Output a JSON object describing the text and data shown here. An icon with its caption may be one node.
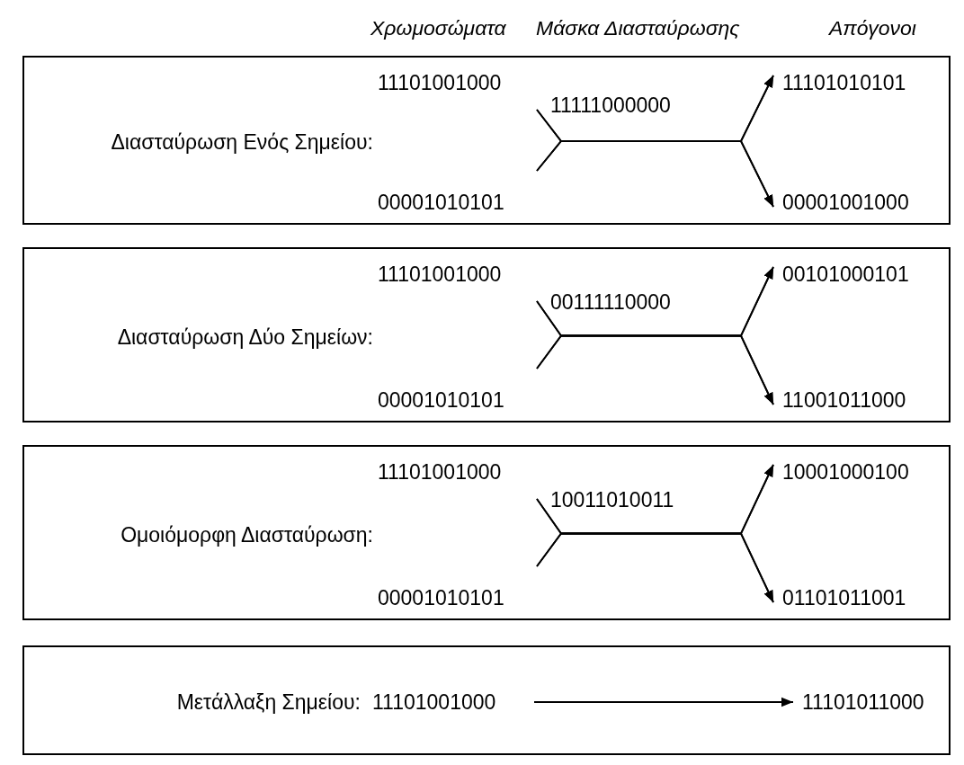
{
  "diagram": {
    "nodes": [
      {
        "text": [
          "Διασταύρωση Ενός Σημείου:"
        ]
      },
      {
        "text": [
          "11101001000"
        ],
        "in": 0
      },
      {
        "text": [
          "00001010101"
        ],
        "in": 0
      },
      {
        "text": [
          "11101010101"
        ],
        "in": 0
      },
      {
        "text": [
          "00001001000"
        ],
        "in": 0
      },
      {
        "text": [
          "Διασταύρωση Δύο Σημείων:"
        ]
      },
      {
        "text": [
          "11101001000"
        ],
        "in": 5
      },
      {
        "text": [
          "00001010101"
        ],
        "in": 5
      },
      {
        "text": [
          "00101000101"
        ],
        "in": 5
      },
      {
        "text": [
          "11001011000"
        ],
        "in": 5
      },
      {
        "text": [
          "Ομοιόμορφη Διασταύρωση:"
        ]
      },
      {
        "text": [
          "11101001000"
        ],
        "in": 10
      },
      {
        "text": [
          "00001010101"
        ],
        "in": 10
      },
      {
        "text": [
          "10001000100"
        ],
        "in": 10
      },
      {
        "text": [
          "01101011001"
        ],
        "in": 10
      },
      {
        "text": [
          "Μετάλλαξη Σημείου:"
        ]
      },
      {
        "text": [
          "11101001000"
        ],
        "in": 15
      },
      {
        "text": [
          "11101011000"
        ],
        "in": 15
      }
    ],
    "edges": [
      {
        "from": 1,
        "to": 3,
        "arrow": "to"
      },
      {
        "from": 1,
        "to": 4,
        "arrow": "to"
      },
      {
        "from": 2,
        "to": 3,
        "arrow": "to"
      },
      {
        "from": 2,
        "to": 4,
        "arrow": "to"
      },
      {
        "from": 6,
        "to": 8,
        "arrow": "to"
      },
      {
        "from": 6,
        "to": 9,
        "arrow": "to"
      },
      {
        "from": 7,
        "to": 8,
        "arrow": "to"
      },
      {
        "from": 7,
        "to": 9,
        "arrow": "to"
      },
      {
        "from": 11,
        "to": 13,
        "arrow": "to"
      },
      {
        "from": 11,
        "to": 14,
        "arrow": "to"
      },
      {
        "from": 12,
        "to": 13,
        "arrow": "to"
      },
      {
        "from": 12,
        "to": 14,
        "arrow": "to"
      },
      {
        "from": 16,
        "to": 17,
        "arrow": "to"
      }
    ],
    "labels": [
      "Χρωμοσώματα",
      "Μάσκα Διασταύρωσης",
      "Απόγονοι",
      "11111000000",
      "00111110000",
      "10011010011"
    ]
  }
}
